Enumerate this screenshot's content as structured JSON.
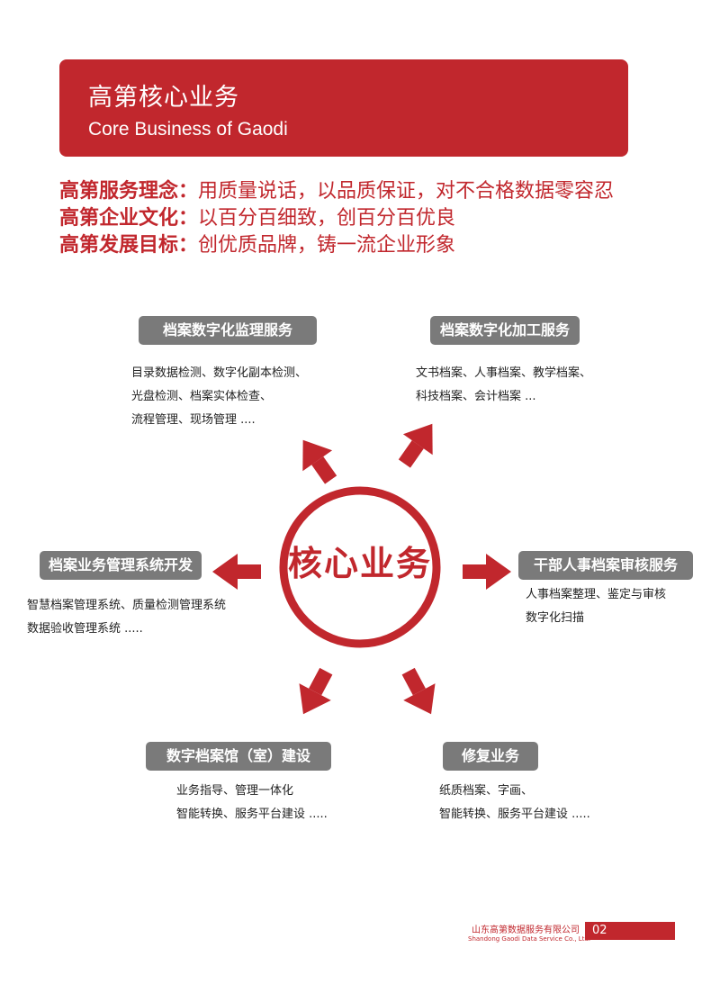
{
  "header": {
    "title": "高第核心业务",
    "subtitle": "Core Business of Gaodi"
  },
  "philosophy": [
    {
      "label": "高第服务理念：",
      "text": "用质量说话，以品质保证，对不合格数据零容忍"
    },
    {
      "label": "高第企业文化：",
      "text": "以百分百细致，创百分百优良"
    },
    {
      "label": "高第发展目标：",
      "text": "创优质品牌，铸一流企业形象"
    }
  ],
  "diagram": {
    "center_label": "核心业务",
    "services": [
      {
        "title": "档案数字化监理服务",
        "lines": [
          "目录数据检测、数字化副本检测、",
          "光盘检测、档案实体检查、",
          "流程管理、现场管理 ...."
        ]
      },
      {
        "title": "档案数字化加工服务",
        "lines": [
          "文书档案、人事档案、教学档案、",
          "科技档案、会计档案 ..."
        ]
      },
      {
        "title": "档案业务管理系统开发",
        "lines": [
          "智慧档案管理系统、质量检测管理系统",
          "数据验收管理系统 ....."
        ]
      },
      {
        "title": "干部人事档案审核服务",
        "lines": [
          "人事档案整理、鉴定与审核",
          "数字化扫描"
        ]
      },
      {
        "title": "数字档案馆（室）建设",
        "lines": [
          "业务指导、管理一体化",
          "智能转换、服务平台建设 ....."
        ]
      },
      {
        "title": "修复业务",
        "lines": [
          "纸质档案、字画、",
          "智能转换、服务平台建设 ....."
        ]
      }
    ]
  },
  "footer": {
    "company_cn": "山东高第数据服务有限公司",
    "company_en": "Shandong Gaodi Data Service Co., Ltd.",
    "page_number": "02"
  },
  "colors": {
    "brand_red": "#c1272d",
    "label_gray": "#7a7a7a"
  }
}
